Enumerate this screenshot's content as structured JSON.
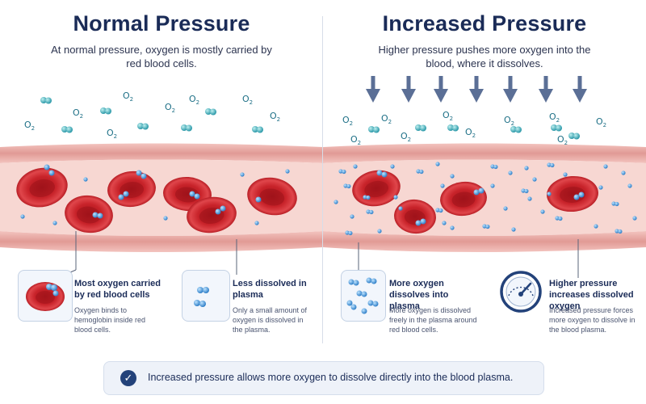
{
  "left": {
    "title": "Normal Pressure",
    "subtitle": "At normal pressure, oxygen is mostly carried by red blood cells.",
    "card1": {
      "title": "Most oxygen carried by red blood cells",
      "desc": "Oxygen binds to hemoglobin inside red blood cells."
    },
    "card2": {
      "title": "Less dissolved in plasma",
      "desc": "Only a small amount of oxygen is dissolved in the plasma."
    }
  },
  "right": {
    "title": "Increased Pressure",
    "subtitle": "Higher pressure pushes more oxygen into the blood, where it dissolves.",
    "card1": {
      "title": "More oxygen dissolves into plasma",
      "desc": "More oxygen is dissolved freely in the plasma around red blood cells."
    },
    "card2": {
      "title": "Higher pressure increases dissolved oxygen",
      "desc": "Increased pressure forces more oxygen to dissolve in the blood plasma."
    }
  },
  "o2_label": "O",
  "o2_subscript": "2",
  "banner": {
    "text": "Increased pressure allows more oxygen to dissolve directly into the blood plasma."
  },
  "icons": {
    "check": "check-icon",
    "gauge": "pressure-gauge-icon",
    "arrow": "arrow-down-icon"
  },
  "colors": {
    "title": "#1a2b57",
    "vessel_wall": "#e8a7a2",
    "plasma": "#f6d3cf",
    "red_cell": "#c8232a",
    "oxygen": "#3d8fd6",
    "arrow": "#5b6f96"
  }
}
